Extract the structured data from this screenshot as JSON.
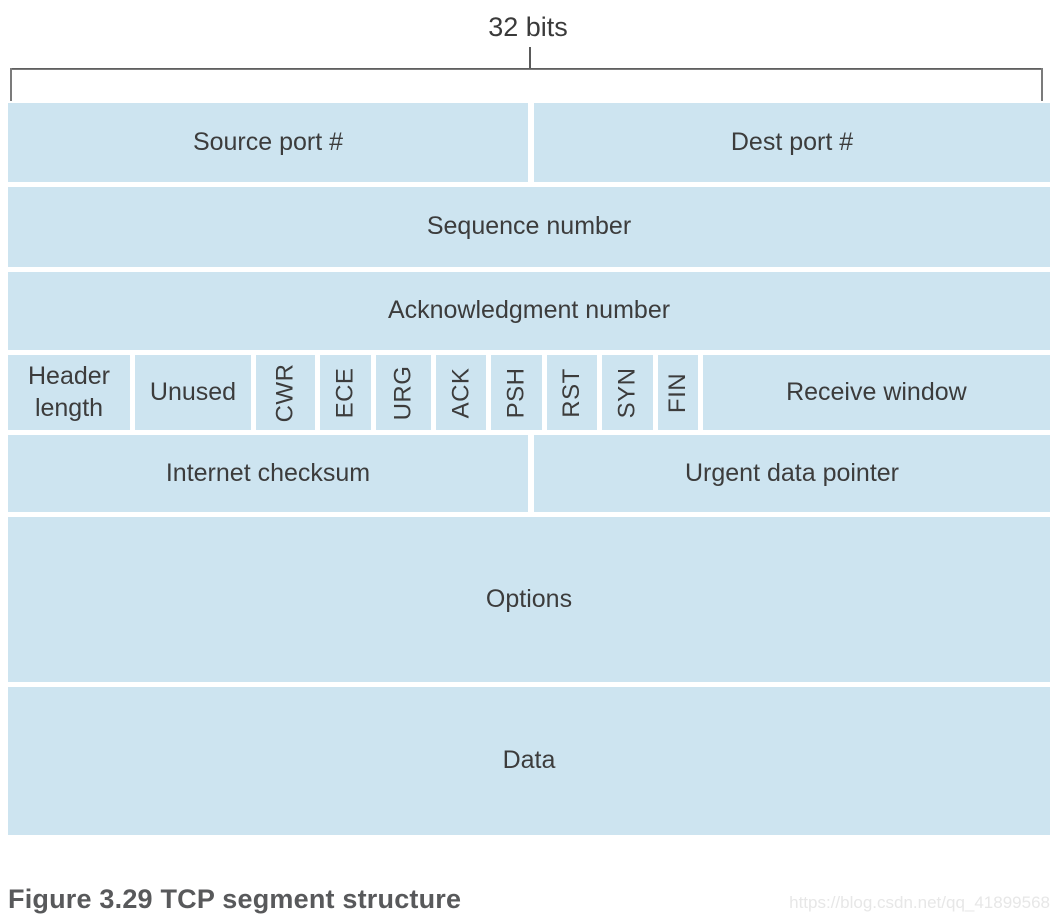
{
  "header": {
    "bits_label": "32 bits"
  },
  "segment": {
    "row1": {
      "source_port": "Source port #",
      "dest_port": "Dest port #"
    },
    "row2": {
      "label": "Sequence number"
    },
    "row3": {
      "label": "Acknowledgment number"
    },
    "row4": {
      "header_length": "Header length",
      "unused": "Unused",
      "flags": [
        "CWR",
        "ECE",
        "URG",
        "ACK",
        "PSH",
        "RST",
        "SYN",
        "FIN"
      ],
      "receive_window": "Receive window"
    },
    "row5": {
      "checksum": "Internet checksum",
      "urgent_pointer": "Urgent data pointer"
    },
    "row6": {
      "label": "Options"
    },
    "row7": {
      "label": "Data"
    }
  },
  "caption": "Figure 3.29 TCP segment structure",
  "watermark": "https://blog.csdn.net/qq_41899568",
  "colors": {
    "cell_fill": "#cde4f0",
    "cell_text": "#3c3c3c",
    "bracket": "#7b7b7b",
    "caption_text": "#58595b",
    "watermark_text": "#e7e7e7",
    "background": "#ffffff"
  }
}
